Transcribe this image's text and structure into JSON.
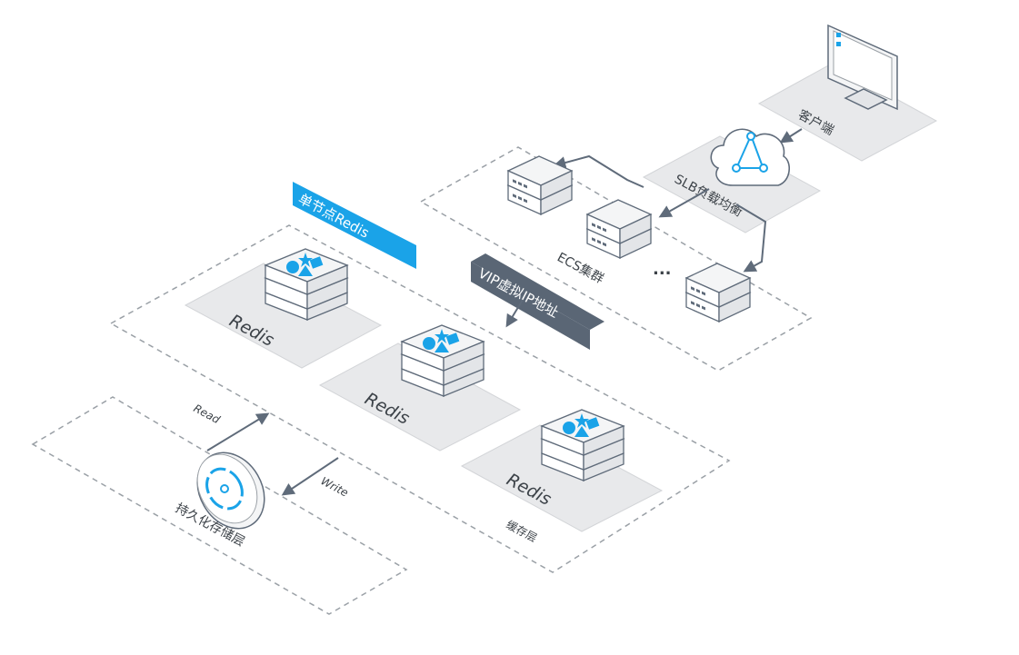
{
  "labels": {
    "client": "客户端",
    "slb": "SLB负载均衡",
    "ecs_cluster": "ECS集群",
    "ellipsis": "...",
    "vip": "VIP虚拟IP地址",
    "single_node_redis": "单节点Redis",
    "redis_1": "Redis",
    "redis_2": "Redis",
    "redis_3": "Redis",
    "read": "Read",
    "write": "Write",
    "persistence_layer": "持久化存储层",
    "cache_layer": "缓存层"
  },
  "colors": {
    "accent_blue": "#1aa3e8",
    "ribbon_blue": "#1aa3e8",
    "ribbon_dark": "#5a6675",
    "plate_gray": "#e8e9eb",
    "line_gray": "#5f6b7a"
  },
  "icons": {
    "client": "monitor-icon",
    "slb": "cloud-network-icon",
    "ecs": "server-stack-icon",
    "redis": "redis-shapes-icon",
    "storage": "disk-icon"
  }
}
